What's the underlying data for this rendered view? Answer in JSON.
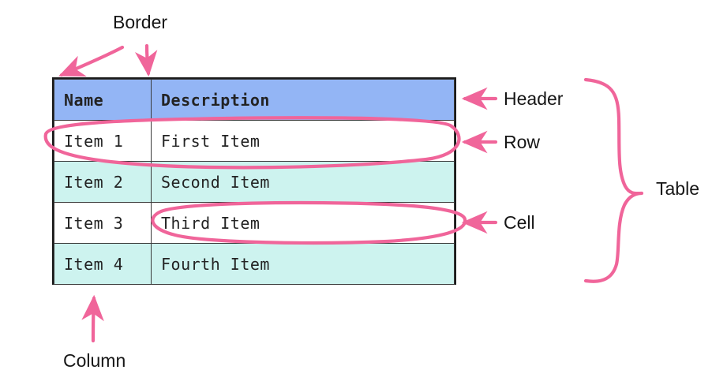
{
  "diagram": {
    "title_alt": "Anatomy of an HTML table",
    "palette": {
      "header_fill": "#93b5f5",
      "stripe_fill": "#cdf3ef",
      "plain_fill": "#ffffff",
      "border_color": "#1b1b1b",
      "grid_color": "#3a3a3a",
      "annotation_color": "#f0659a",
      "text_color": "#161616"
    }
  },
  "table": {
    "columns": [
      {
        "key": "name",
        "label": "Name"
      },
      {
        "key": "description",
        "label": "Description"
      }
    ],
    "rows": [
      {
        "name": "Item 1",
        "description": "First Item",
        "stripe": false
      },
      {
        "name": "Item 2",
        "description": "Second Item",
        "stripe": true
      },
      {
        "name": "Item 3",
        "description": "Third Item",
        "stripe": false
      },
      {
        "name": "Item 4",
        "description": "Fourth Item",
        "stripe": true
      }
    ]
  },
  "annotations": {
    "border": "Border",
    "header": "Header",
    "row": "Row",
    "cell": "Cell",
    "table": "Table",
    "column": "Column"
  }
}
